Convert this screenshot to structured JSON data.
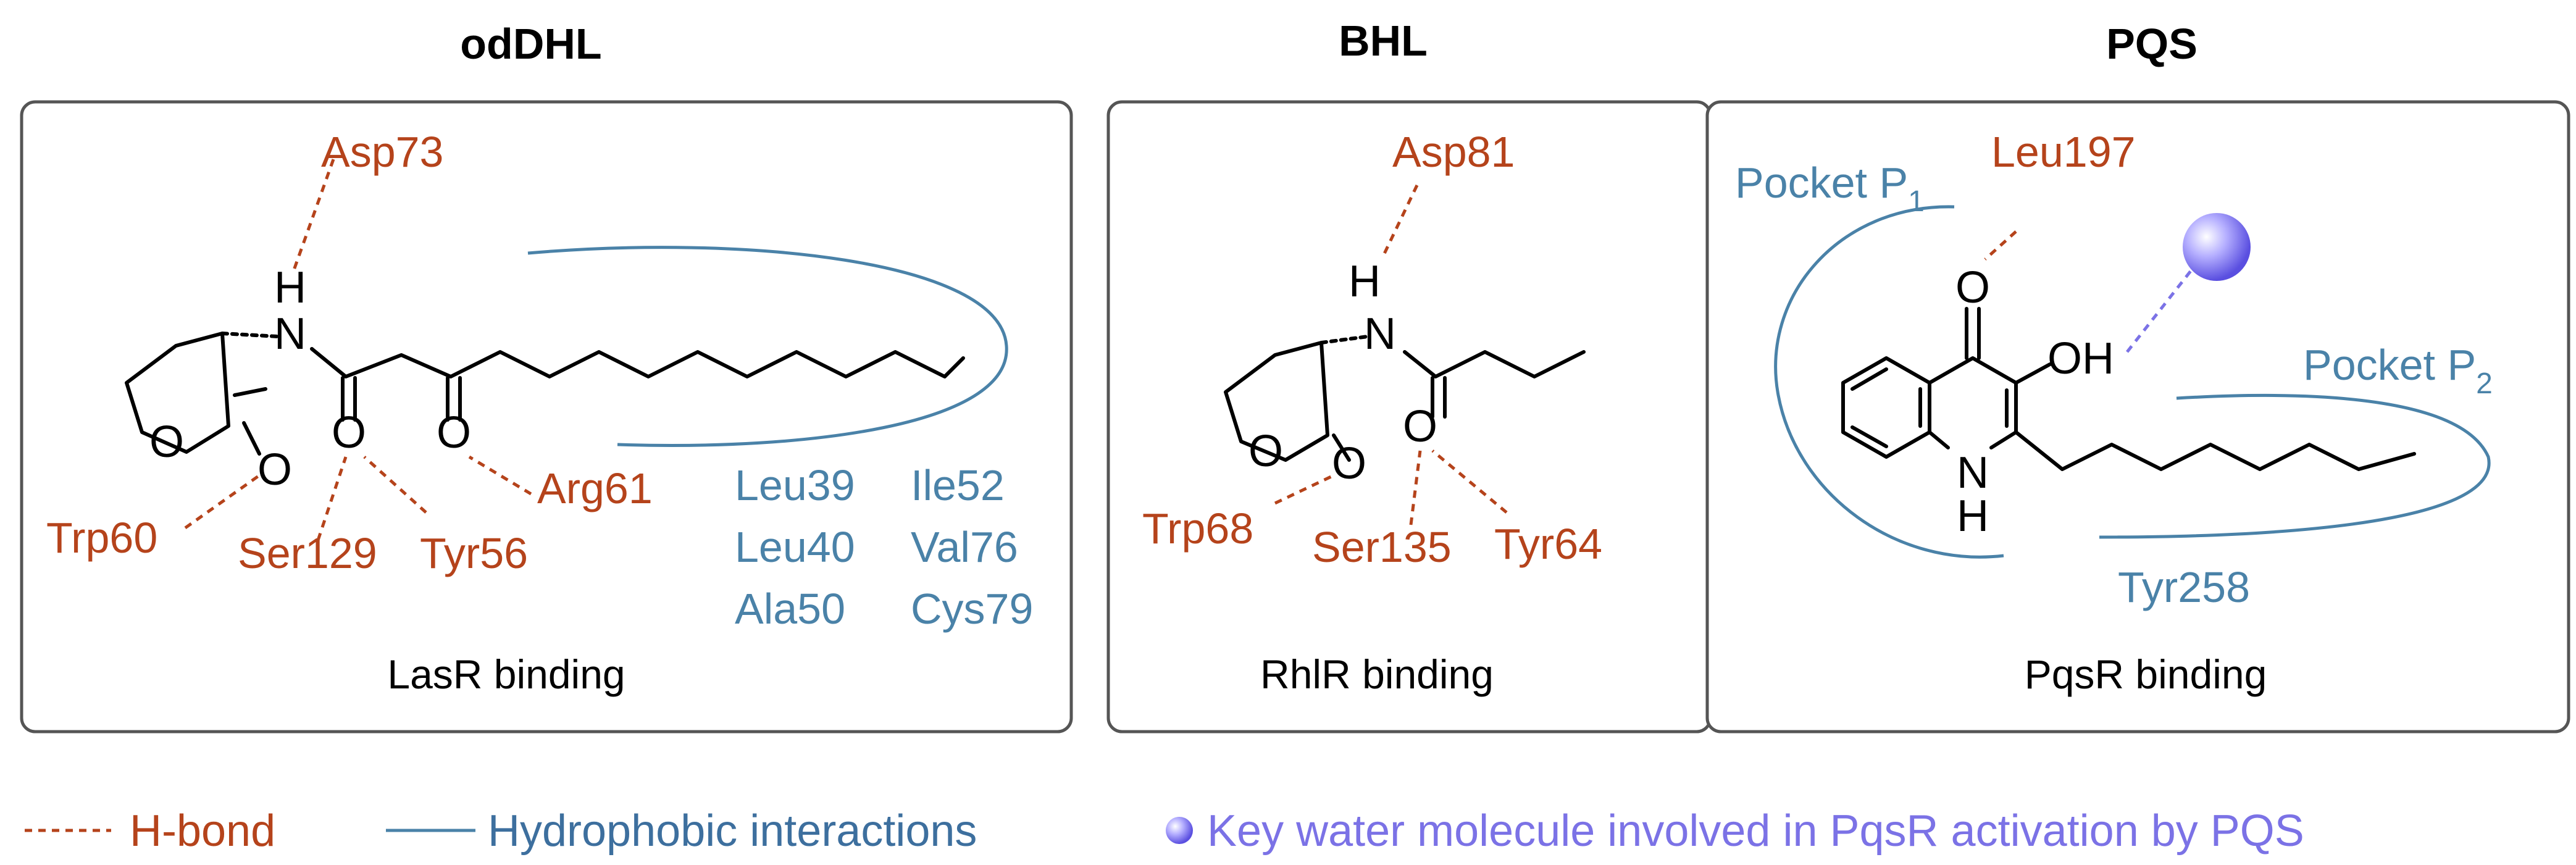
{
  "panels": [
    {
      "title": "odDHL",
      "caption": "LasR binding",
      "hbond_residues": [
        "Asp73",
        "Trp60",
        "Ser129",
        "Tyr56",
        "Arg61"
      ],
      "hydrophobic_residues": [
        "Leu39",
        "Ile52",
        "Leu40",
        "Val76",
        "Ala50",
        "Cys79"
      ]
    },
    {
      "title": "BHL",
      "caption": "RhlR binding",
      "hbond_residues": [
        "Asp81",
        "Trp68",
        "Ser135",
        "Tyr64"
      ]
    },
    {
      "title": "PQS",
      "caption": "PqsR binding",
      "hbond_residues": [
        "Leu197"
      ],
      "pockets": {
        "p1_label": "Pocket P",
        "p1_sub": "1",
        "p2_label": "Pocket P",
        "p2_sub": "2"
      },
      "hydrophobic_residues": [
        "Tyr258"
      ]
    }
  ],
  "atoms": {
    "N": "N",
    "H": "H",
    "O": "O",
    "OH": "OH"
  },
  "legend": {
    "hbond": "H-bond",
    "hydrophobic": "Hydrophobic interactions",
    "water": "Key water molecule involved in PqsR activation by PQS"
  },
  "colors": {
    "hbond": "#b5431b",
    "hydrophobic": "#4a82a8",
    "water": "#7b72e6"
  }
}
